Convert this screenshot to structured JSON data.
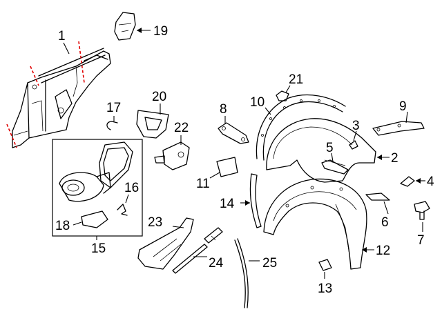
{
  "diagram": {
    "callouts": [
      {
        "id": "c1",
        "text": "1"
      },
      {
        "id": "c2",
        "text": "2"
      },
      {
        "id": "c3",
        "text": "3"
      },
      {
        "id": "c4",
        "text": "4"
      },
      {
        "id": "c5",
        "text": "5"
      },
      {
        "id": "c6",
        "text": "6"
      },
      {
        "id": "c7",
        "text": "7"
      },
      {
        "id": "c8",
        "text": "8"
      },
      {
        "id": "c9",
        "text": "9"
      },
      {
        "id": "c10",
        "text": "10"
      },
      {
        "id": "c11",
        "text": "11"
      },
      {
        "id": "c12",
        "text": "12"
      },
      {
        "id": "c13",
        "text": "13"
      },
      {
        "id": "c14",
        "text": "14"
      },
      {
        "id": "c15",
        "text": "15"
      },
      {
        "id": "c16",
        "text": "16"
      },
      {
        "id": "c17",
        "text": "17"
      },
      {
        "id": "c18",
        "text": "18"
      },
      {
        "id": "c19",
        "text": "19"
      },
      {
        "id": "c20",
        "text": "20"
      },
      {
        "id": "c21",
        "text": "21"
      },
      {
        "id": "c22",
        "text": "22"
      },
      {
        "id": "c23",
        "text": "23"
      },
      {
        "id": "c24",
        "text": "24"
      },
      {
        "id": "c25",
        "text": "25"
      }
    ],
    "colors": {
      "line": "#000000",
      "cut_line": "#e00000",
      "background": "#ffffff"
    }
  }
}
